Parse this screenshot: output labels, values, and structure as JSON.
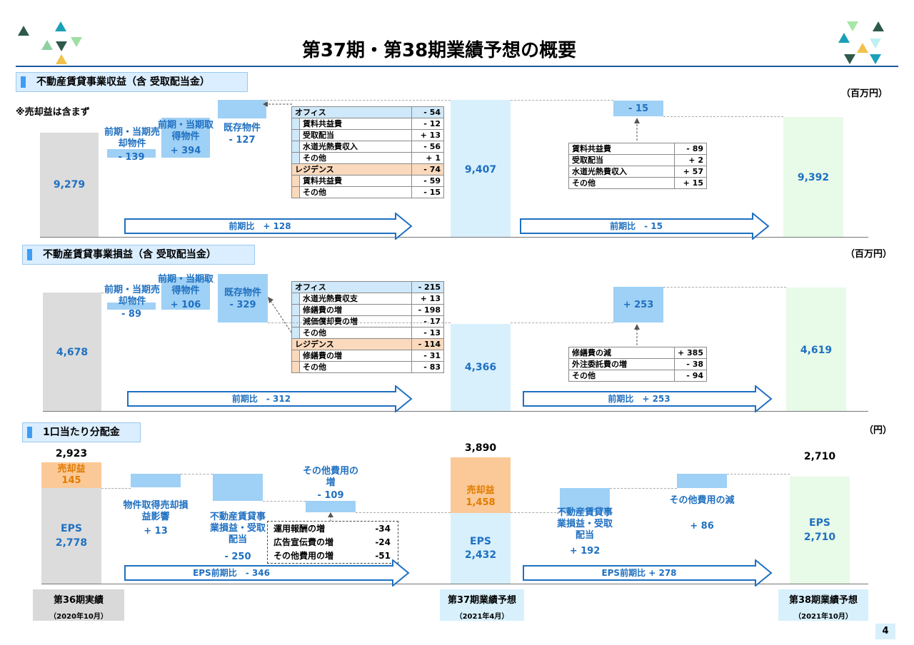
{
  "title": "第37期・第38期業績予想の概要",
  "page_number": "4",
  "colors": {
    "accent": "#1f70c1",
    "header_rule": "#1e5aa0",
    "gray": "#dcdcdc",
    "light_blue": "#d7f0fc",
    "light_green": "#e8fae8",
    "orange_text": "#e07b00"
  },
  "footer": {
    "p36": {
      "main": "第36期実績",
      "sub": "（2020年10月）"
    },
    "p37": {
      "main": "第37期業績予想",
      "sub": "（2021年4月）"
    },
    "p38": {
      "main": "第38期業績予想",
      "sub": "（2021年10月）"
    }
  },
  "chart_data": [
    {
      "type": "waterfall",
      "title": "不動産賃貸事業収益（含 受取配当金）",
      "unit": "（百万円）",
      "note": "※売却益は含まず",
      "totals": [
        {
          "label": "9,279",
          "value": 9279
        },
        {
          "label": "9,407",
          "value": 9407
        },
        {
          "label": "9,392",
          "value": 9392
        }
      ],
      "steps": [
        {
          "name": "前期・当期売却物件",
          "label": "- 139",
          "value": -139
        },
        {
          "name": "前期・当期取得物件",
          "label": "+ 394",
          "value": 394
        },
        {
          "name": "既存物件",
          "label": "- 127",
          "value": -127
        },
        {
          "name": "",
          "label": "- 15",
          "value": -15
        }
      ],
      "comparisons": [
        "前期比　+ 128",
        "前期比　- 15"
      ],
      "breakdown1": [
        {
          "name": "オフィス",
          "value": "- 54",
          "group": "office",
          "header": true
        },
        {
          "name": "賃料共益費",
          "value": "- 12",
          "group": "office"
        },
        {
          "name": "受取配当",
          "value": "+ 13",
          "group": "office"
        },
        {
          "name": "水道光熱費収入",
          "value": "- 56",
          "group": "office"
        },
        {
          "name": "その他",
          "value": "+ 1",
          "group": "office"
        },
        {
          "name": "レジデンス",
          "value": "- 74",
          "group": "res",
          "header": true
        },
        {
          "name": "賃料共益費",
          "value": "- 59",
          "group": "res"
        },
        {
          "name": "その他",
          "value": "- 15",
          "group": "res"
        }
      ],
      "breakdown2": [
        {
          "name": "賃料共益費",
          "value": "- 89"
        },
        {
          "name": "受取配当",
          "value": "+ 2"
        },
        {
          "name": "水道光熱費収入",
          "value": "+ 57"
        },
        {
          "name": "その他",
          "value": "+ 15"
        }
      ]
    },
    {
      "type": "waterfall",
      "title": "不動産賃貸事業損益（含 受取配当金）",
      "unit": "（百万円）",
      "totals": [
        {
          "label": "4,678",
          "value": 4678
        },
        {
          "label": "4,366",
          "value": 4366
        },
        {
          "label": "4,619",
          "value": 4619
        }
      ],
      "steps": [
        {
          "name": "前期・当期売却物件",
          "label": "- 89",
          "value": -89
        },
        {
          "name": "前期・当期取得物件",
          "label": "+ 106",
          "value": 106
        },
        {
          "name": "既存物件",
          "label": "- 329",
          "value": -329
        },
        {
          "name": "",
          "label": "+ 253",
          "value": 253
        }
      ],
      "comparisons": [
        "前期比　- 312",
        "前期比　+ 253"
      ],
      "breakdown1": [
        {
          "name": "オフィス",
          "value": "- 215",
          "group": "office",
          "header": true
        },
        {
          "name": "水道光熱費収支",
          "value": "+ 13",
          "group": "office"
        },
        {
          "name": "修繕費の増",
          "value": "- 198",
          "group": "office"
        },
        {
          "name": "減価償却費の増",
          "value": "- 17",
          "group": "office"
        },
        {
          "name": "その他",
          "value": "- 13",
          "group": "office"
        },
        {
          "name": "レジデンス",
          "value": "- 114",
          "group": "res",
          "header": true
        },
        {
          "name": "修繕費の増",
          "value": "- 31",
          "group": "res"
        },
        {
          "name": "その他",
          "value": "- 83",
          "group": "res"
        }
      ],
      "breakdown2": [
        {
          "name": "修繕費の減",
          "value": "+ 385"
        },
        {
          "name": "外注委託費の増",
          "value": "- 38"
        },
        {
          "name": "その他",
          "value": "- 94"
        }
      ]
    },
    {
      "type": "waterfall",
      "title": "1口当たり分配金",
      "unit": "（円）",
      "totals": [
        {
          "total_label": "2,923",
          "total": 2923,
          "gain_name": "売却益",
          "gain_label": "145",
          "gain": 145,
          "eps_name": "EPS",
          "eps_label": "2,778",
          "eps": 2778
        },
        {
          "total_label": "3,890",
          "total": 3890,
          "gain_name": "売却益",
          "gain_label": "1,458",
          "gain": 1458,
          "eps_name": "EPS",
          "eps_label": "2,432",
          "eps": 2432
        },
        {
          "total_label": "2,710",
          "total": 2710,
          "eps_name": "EPS",
          "eps_label": "2,710",
          "eps": 2710
        }
      ],
      "steps": [
        {
          "name": "物件取得売却損益影響",
          "label": "+ 13",
          "value": 13
        },
        {
          "name": "不動産賃貸事業損益・受取配当",
          "label": "- 250",
          "value": -250
        },
        {
          "name": "その他費用の増",
          "label": "- 109",
          "value": -109
        },
        {
          "name": "不動産賃貸事業損益・受取配当",
          "label": "+ 192",
          "value": 192
        },
        {
          "name": "その他費用の減",
          "label": "+ 86",
          "value": 86
        }
      ],
      "comparisons": [
        "EPS前期比　- 346",
        "EPS前期比 + 278"
      ],
      "breakdown": [
        {
          "name": "運用報酬の増",
          "value": "-34"
        },
        {
          "name": "広告宣伝費の増",
          "value": "-24"
        },
        {
          "name": "その他費用の増",
          "value": "-51"
        }
      ]
    }
  ]
}
